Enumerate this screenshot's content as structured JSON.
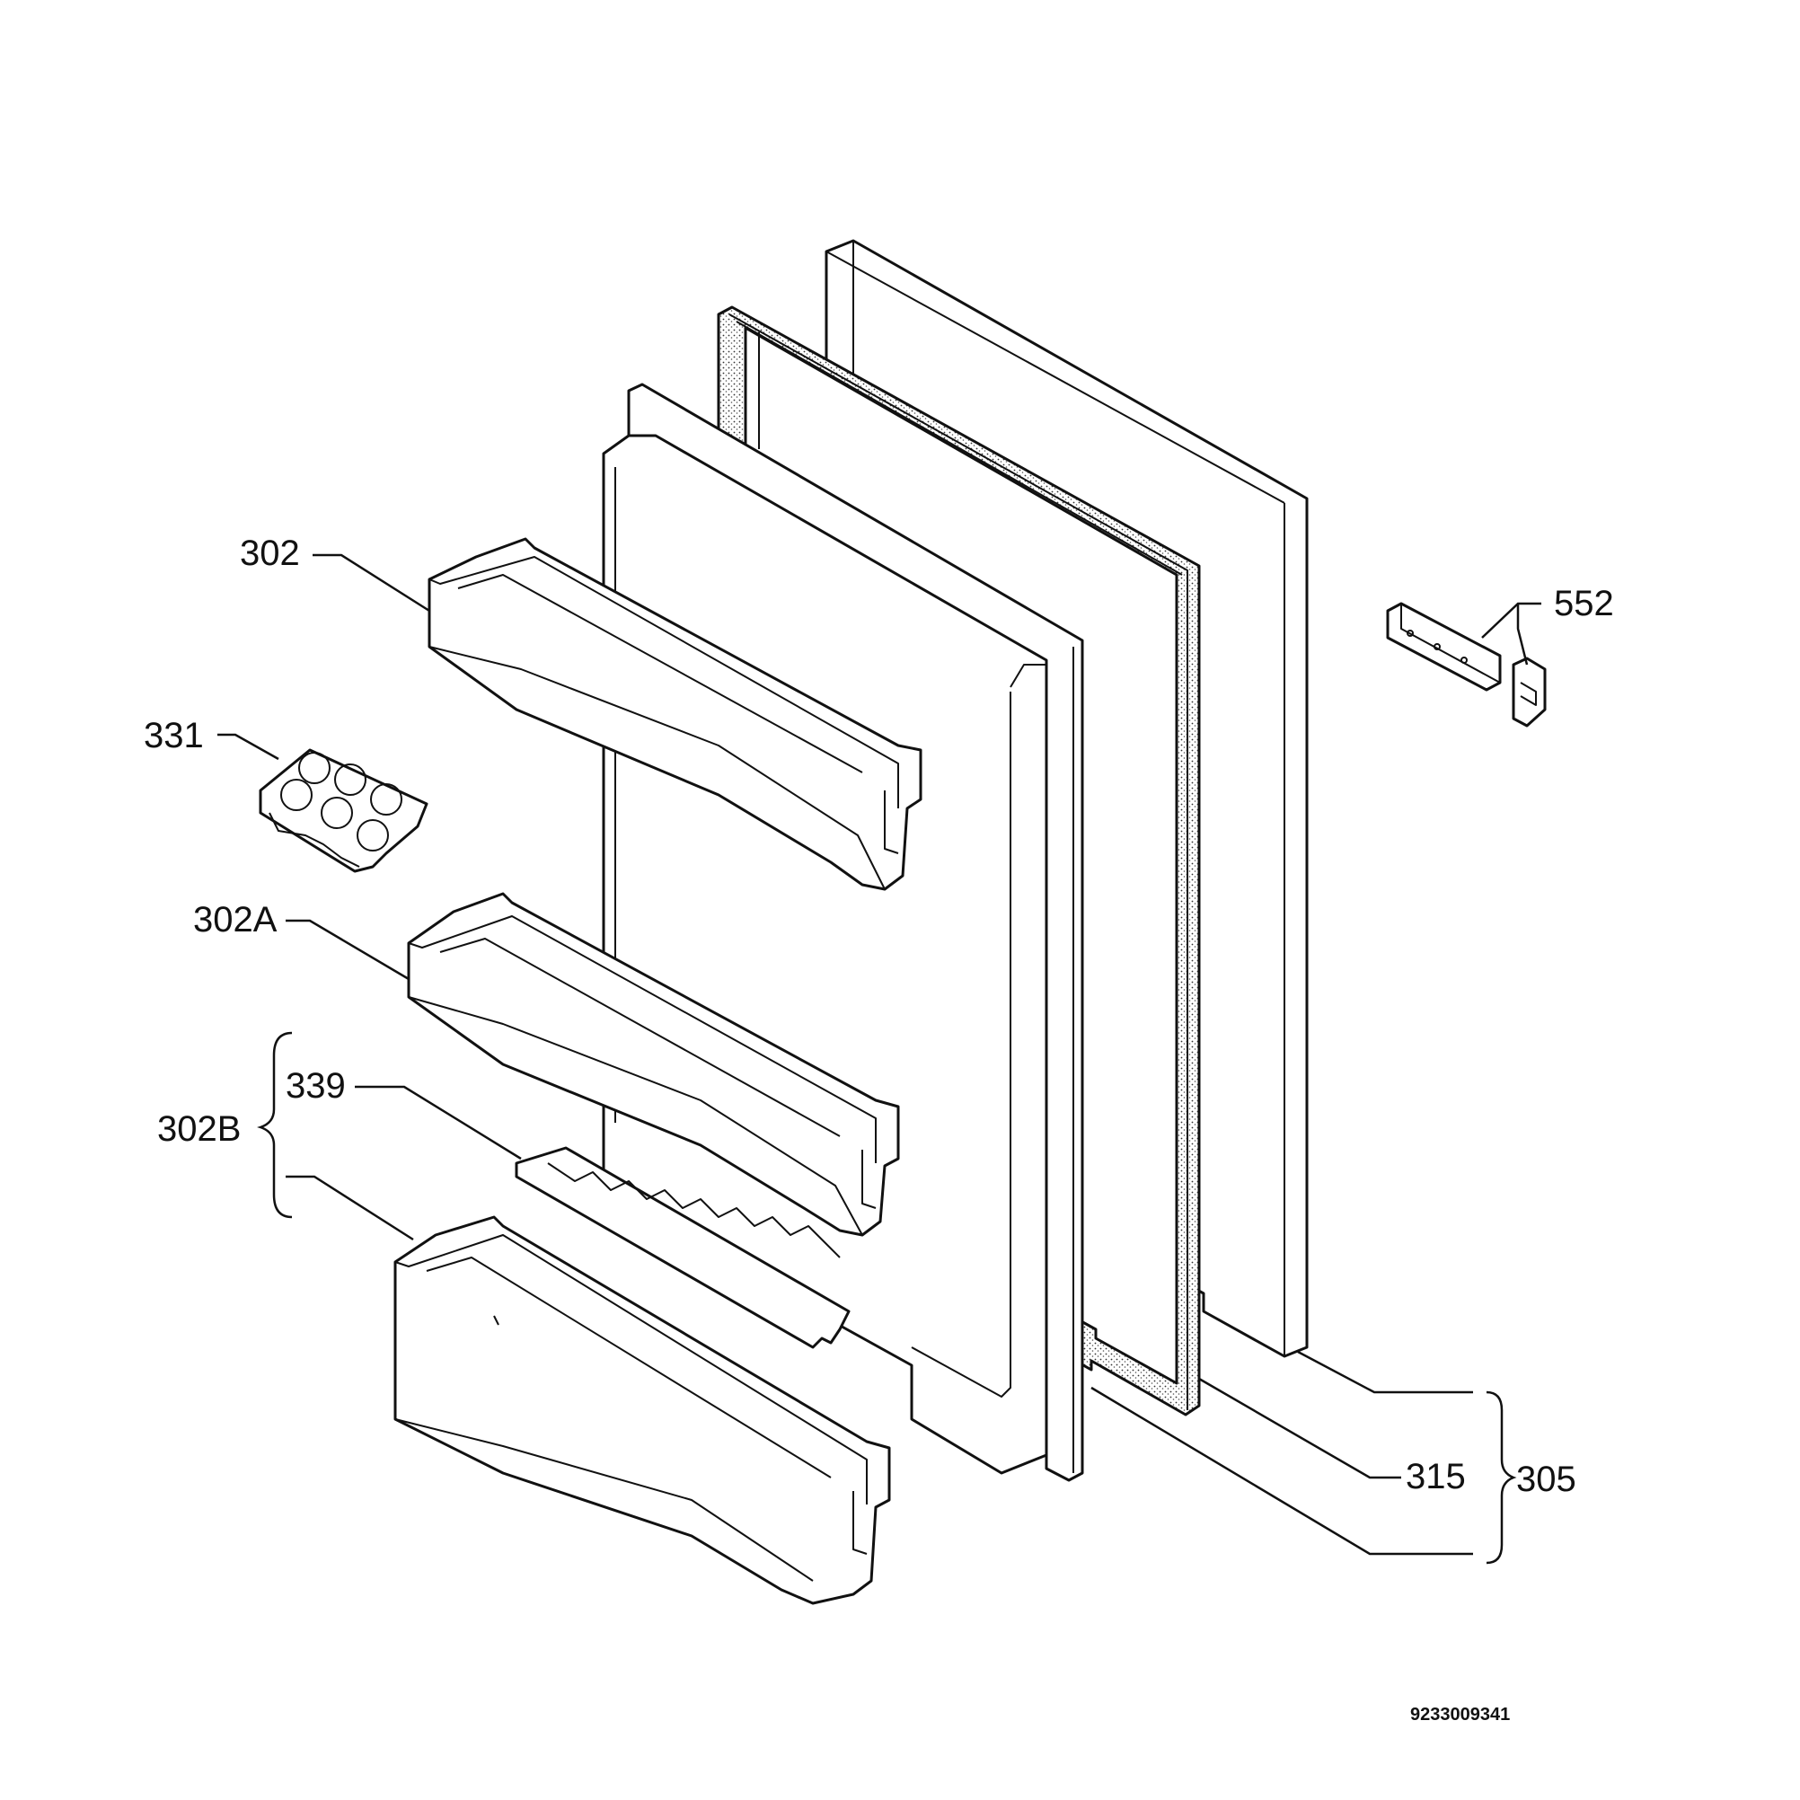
{
  "labels": {
    "p302": "302",
    "p331": "331",
    "p302A": "302A",
    "p339": "339",
    "p302B": "302B",
    "p552": "552",
    "p315": "315",
    "p305": "305"
  },
  "drawing_number": "9233009341"
}
